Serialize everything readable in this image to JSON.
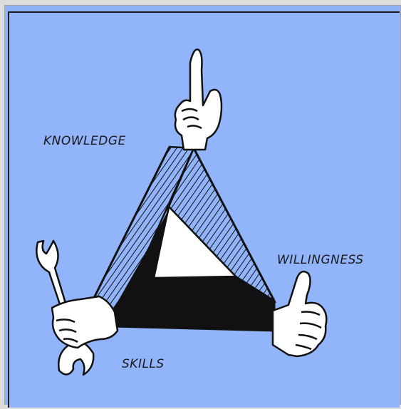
{
  "diagram": {
    "labels": {
      "knowledge": "KNOWLEDGE",
      "willingness": "WILLINGNESS",
      "skills": "SKILLS"
    },
    "icons": {
      "top": "pointing-finger-icon",
      "right": "thumbs-up-icon",
      "left": "wrench-in-hand-icon"
    },
    "colors": {
      "background": "#91b4fb",
      "ink": "#111111"
    }
  }
}
